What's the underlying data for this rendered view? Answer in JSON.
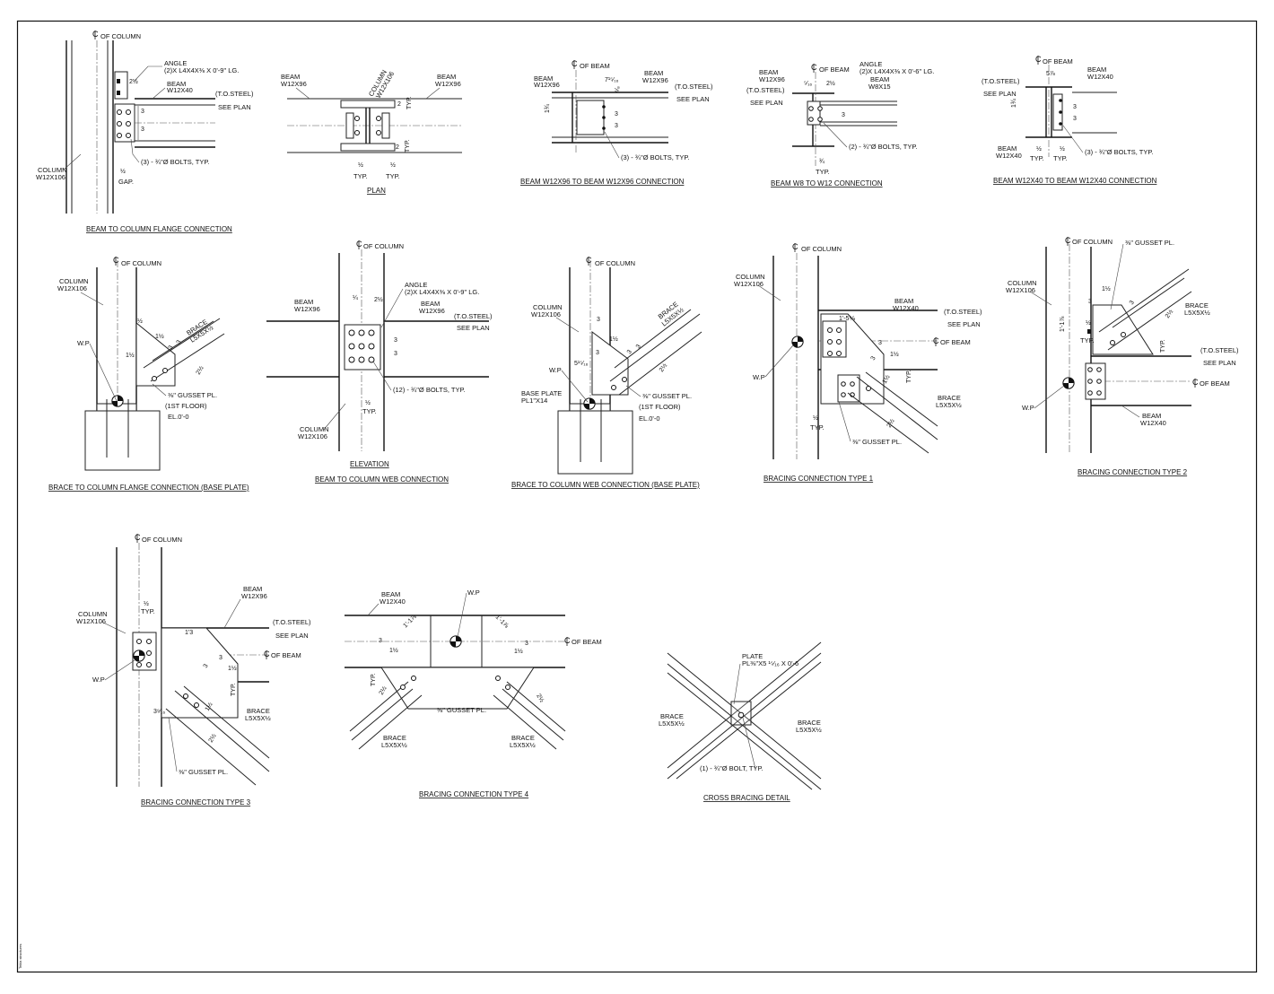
{
  "sheet": {
    "watermark": "Tekla structures"
  },
  "details": {
    "d1": {
      "title": "BEAM TO COLUMN FLANGE CONNECTION",
      "col_cl": "OF COLUMN",
      "angle": [
        "ANGLE",
        "(2)X L4X4X⅜ X 0'-9\" LG."
      ],
      "beam": [
        "BEAM",
        "W12X40"
      ],
      "tos": "(T.O.STEEL)",
      "see_plan": "SEE PLAN",
      "column": [
        "COLUMN",
        "W12X106"
      ],
      "bolts": "(3) - ¾\"Ø BOLTS, TYP.",
      "gap": "GAP.",
      "dims": [
        "2½",
        "3",
        "3",
        "½"
      ]
    },
    "d2": {
      "title": "PLAN",
      "beam_l": [
        "BEAM",
        "W12X96"
      ],
      "beam_r": [
        "BEAM",
        "W12X96"
      ],
      "column": [
        "COLUMN",
        "W12X106"
      ],
      "typ": [
        "TYP.",
        "TYP.",
        "TYP.",
        "TYP."
      ],
      "dims": [
        "2",
        "2",
        "½",
        "½"
      ]
    },
    "d3": {
      "title": "BEAM W12X96 TO BEAM W12X96 CONNECTION",
      "beam_cl": "OF BEAM",
      "beam_l": [
        "BEAM",
        "W12X96"
      ],
      "beam_r": [
        "BEAM",
        "W12X96"
      ],
      "tos": "(T.O.STEEL)",
      "see_plan": "SEE PLAN",
      "bolts": "(3) - ¾\"Ø BOLTS, TYP.",
      "dims": [
        "7¹⁵⁄₁₆",
        "⁶⁄₈",
        "1¾",
        "3",
        "3"
      ]
    },
    "d4": {
      "title": "BEAM W8 TO W12 CONNECTION",
      "beam_cl": "OF BEAM",
      "beam_l": [
        "BEAM",
        "W12X96"
      ],
      "beam_r": [
        "BEAM",
        "W8X15"
      ],
      "angle": [
        "ANGLE",
        "(2)X L4X4X⅜ X 0'-6\" LG."
      ],
      "tos": "(T.O.STEEL)",
      "see_plan": "SEE PLAN",
      "bolts": "(2) - ¾\"Ø BOLTS, TYP.",
      "typ": "TYP.",
      "dims": [
        "⁵⁄₁₆",
        "2½",
        "3",
        "¾"
      ]
    },
    "d5": {
      "title": "BEAM W12X40 TO BEAM W12X40 CONNECTION",
      "beam_cl": "OF BEAM",
      "beam_top": [
        "BEAM",
        "W12X40"
      ],
      "beam_l": [
        "BEAM",
        "W12X40"
      ],
      "tos": "(T.O.STEEL)",
      "see_plan": "SEE PLAN",
      "bolts": "(3) - ¾\"Ø BOLTS, TYP.",
      "typ": [
        "TYP.",
        "TYP."
      ],
      "dims": [
        "5⅞",
        "1¾",
        "3",
        "3",
        "½",
        "½"
      ]
    },
    "d6": {
      "title": "BRACE  TO COLUMN FLANGE CONNECTION (BASE PLATE)",
      "col_cl": "OF COLUMN",
      "column": [
        "COLUMN",
        "W12X106"
      ],
      "brace": [
        "BRACE",
        "L5X5X½"
      ],
      "wp": "W.P",
      "gusset": [
        "⅜\" GUSSET PL.",
        "(1ST FLOOR)"
      ],
      "el": "EL.0'-0",
      "dims": [
        "½",
        "1½",
        "1½",
        "3",
        "3",
        "2½",
        "½"
      ]
    },
    "d7": {
      "title": "BEAM TO COLUMN WEB CONNECTION",
      "elevation": "ELEVATION",
      "col_cl": "OF COLUMN",
      "angle": [
        "ANGLE",
        "(2)X L4X4X⅜ X 0'-9\" LG."
      ],
      "beam_l": [
        "BEAM",
        "W12X96"
      ],
      "beam_r": [
        "BEAM",
        "W12X96"
      ],
      "tos": "(T.O.STEEL)",
      "see_plan": "SEE PLAN",
      "bolts": "(12) - ¾\"Ø BOLTS, TYP.",
      "column": [
        "COLUMN",
        "W12X106"
      ],
      "typ": "TYP.",
      "dims": [
        "¼",
        "2½",
        "3",
        "3",
        "½"
      ]
    },
    "d8": {
      "title": "BRACE  TO COLUMN WEB CONNECTION (BASE PLATE)",
      "col_cl": "OF COLUMN",
      "column": [
        "COLUMN",
        "W12X106"
      ],
      "brace": [
        "BRACE",
        "L5X5X½"
      ],
      "wp": "W.P",
      "base_plate": [
        "BASE  PLATE",
        "PL1\"X14"
      ],
      "gusset": [
        "⅜\" GUSSET PL.",
        "(1ST FLOOR)"
      ],
      "el": "EL.0'-0",
      "dims": [
        "3",
        "5¹⁵⁄₁₆",
        "3",
        "1½",
        "3",
        "3",
        "2½"
      ]
    },
    "d9": {
      "title": "BRACING CONNECTION TYPE 1",
      "col_cl": "OF COLUMN",
      "column": [
        "COLUMN",
        "W12X106"
      ],
      "beam": [
        "BEAM",
        "W12X40"
      ],
      "tos": "(T.O.STEEL)",
      "see_plan": "SEE PLAN",
      "beam_cl": "OF BEAM",
      "brace": [
        "BRACE",
        "L5X5X½"
      ],
      "wp": "W.P",
      "gusset": "⅜\" GUSSET PL.",
      "typ": [
        "TYP.",
        "TYP."
      ],
      "dims": [
        "1'-5⅑",
        "3",
        "1½",
        "3",
        "1½",
        "2½",
        "½"
      ]
    },
    "d10": {
      "title": "BRACING CONNECTION TYPE 2",
      "col_cl": "OF COLUMN",
      "column": [
        "COLUMN",
        "W12X106"
      ],
      "gusset": "⅜\" GUSSET PL.",
      "brace": [
        "BRACE",
        "L5X5X½"
      ],
      "tos": "(T.O.STEEL)",
      "see_plan": "SEE PLAN",
      "beam_cl": "OF BEAM",
      "beam": [
        "BEAM",
        "W12X40"
      ],
      "wp": "W.P",
      "typ": [
        "TYP.",
        "TYP."
      ],
      "dims": [
        "1'-1⅞",
        "3",
        "1½",
        "3",
        "2½",
        "½"
      ]
    },
    "d11": {
      "title": "BRACING CONNECTION TYPE 3",
      "col_cl": "OF COLUMN",
      "column": [
        "COLUMN",
        "W12X106"
      ],
      "beam": [
        "BEAM",
        "W12X96"
      ],
      "tos": "(T.O.STEEL)",
      "see_plan": "SEE PLAN",
      "beam_cl": "OF BEAM",
      "brace": [
        "BRACE",
        "L5X5X½"
      ],
      "wp": "W.P",
      "gusset": "⅜\" GUSSET PL.",
      "typ": [
        "TYP.",
        "TYP."
      ],
      "dims": [
        "½",
        "1'3",
        "3",
        "1½",
        "3",
        "1½",
        "2½",
        "3⁹⁄₁₆"
      ]
    },
    "d12": {
      "title": "BRACING CONNECTION TYPE 4",
      "beam": [
        "BEAM",
        "W12X40"
      ],
      "wp": "W.P",
      "beam_cl": "OF BEAM",
      "gusset": "⅜\" GUSSET PL.",
      "brace_l": [
        "BRACE",
        "L5X5X½"
      ],
      "brace_r": [
        "BRACE",
        "L5X5X½"
      ],
      "typ": "TYP.",
      "dims": [
        "1'-1⅞",
        "1'-1⅞",
        "3",
        "1½",
        "3",
        "1½",
        "2½",
        "2½"
      ]
    },
    "d13": {
      "title": "CROSS BRACING DETAIL",
      "plate": [
        "PLATE",
        "PL⅜\"X5 ¹⁵⁄₁₆ X 0'-6"
      ],
      "brace_l": [
        "BRACE",
        "L5X5X½"
      ],
      "brace_r": [
        "BRACE",
        "L5X5X½"
      ],
      "bolt": "(1) - ¾\"Ø BOLT, TYP."
    }
  }
}
